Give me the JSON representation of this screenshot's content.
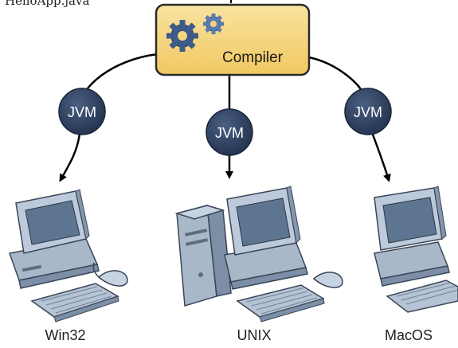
{
  "top_text": "HelloApp.java",
  "compiler": {
    "label": "Compiler",
    "fill": "#f5d67e",
    "stroke": "#2a2a2a"
  },
  "jvm": {
    "label": "JVM",
    "fill": "#2d3f5e"
  },
  "platforms": [
    {
      "name": "Win32"
    },
    {
      "name": "UNIX"
    },
    {
      "name": "MacOS"
    }
  ],
  "colors": {
    "arrow": "#000000",
    "computer_body": "#a9b8c9",
    "screen": "#5d7590"
  }
}
